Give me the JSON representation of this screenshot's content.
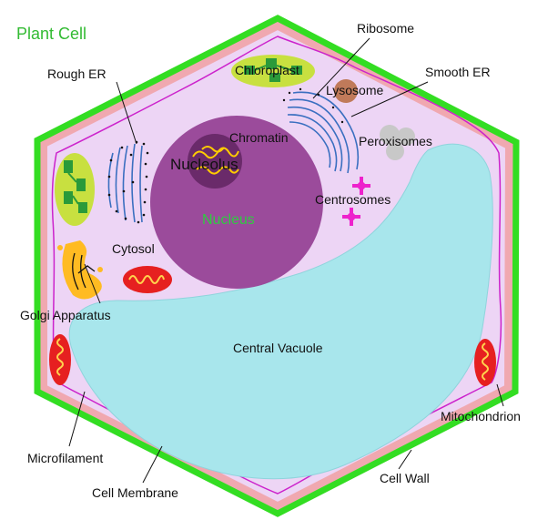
{
  "title": "Plant Cell",
  "colors": {
    "cell_wall": "#33dd22",
    "cell_wall_inner": "#f0a8b0",
    "cytoplasm": "#edd5f5",
    "membrane": "#cc22cc",
    "vacuole": "#a8e6ec",
    "nucleus": "#9b4b9b",
    "nucleolus": "#6a2a6a",
    "chromatin": "#ffcc00",
    "chloroplast": "#c8e040",
    "thylakoid": "#2a9a3a",
    "mitochondrion": "#e62020",
    "cristae": "#ffd24d",
    "er": "#3a6fc0",
    "lysosome": "#c07a5a",
    "peroxisome": "#c8c8c8",
    "centrosome": "#ee22cc",
    "golgi": "#ffbb22"
  },
  "labels": {
    "ribosome": "Ribosome",
    "chloroplast": "Chloroplast",
    "rough_er": "Rough ER",
    "smooth_er": "Smooth ER",
    "lysosome": "Lysosome",
    "chromatin": "Chromatin",
    "peroxisomes": "Peroxisomes",
    "nucleolus": "Nucleolus",
    "centrosomes": "Centrosomes",
    "nucleus": "Nucleus",
    "cytosol": "Cytosol",
    "golgi": "Golgi Apparatus",
    "central_vacuole": "Central Vacuole",
    "mitochondrion": "Mitochondrion",
    "microfilament": "Microfilament",
    "cell_wall": "Cell Wall",
    "cell_membrane": "Cell Membrane"
  }
}
